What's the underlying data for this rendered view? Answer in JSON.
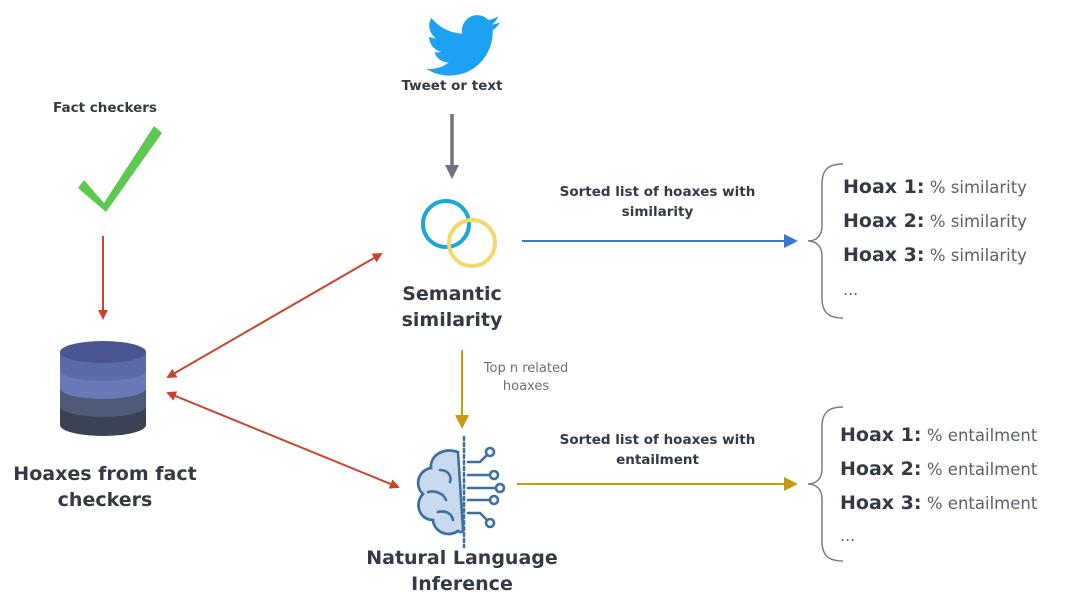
{
  "nodes": {
    "tweet": {
      "label": "Tweet or text",
      "icon": "twitter-bird-icon"
    },
    "fact_checkers": {
      "label": "Fact checkers",
      "icon": "check-mark-icon"
    },
    "database": {
      "label_line1": "Hoaxes from fact",
      "label_line2": "checkers",
      "icon": "database-icon"
    },
    "semantic": {
      "label_line1": "Semantic",
      "label_line2": "similarity",
      "icon": "overlapping-circles-icon"
    },
    "nli": {
      "label_line1": "Natural Language",
      "label_line2": "Inference",
      "icon": "brain-circuit-icon"
    }
  },
  "edges": {
    "similarity_output": {
      "line1": "Sorted list of hoaxes with",
      "line2": "similarity"
    },
    "entailment_output": {
      "line1": "Sorted list of hoaxes with",
      "line2": "entailment"
    },
    "top_n": {
      "line1": "Top n related",
      "line2": "hoaxes"
    }
  },
  "similarity_list": {
    "items": [
      {
        "key": "Hoax 1:",
        "value": "% similarity"
      },
      {
        "key": "Hoax 2:",
        "value": "% similarity"
      },
      {
        "key": "Hoax 3:",
        "value": "% similarity"
      }
    ],
    "more": "..."
  },
  "entailment_list": {
    "items": [
      {
        "key": "Hoax 1:",
        "value": "% entailment"
      },
      {
        "key": "Hoax 2:",
        "value": "% entailment"
      },
      {
        "key": "Hoax 3:",
        "value": "% entailment"
      }
    ],
    "more": "..."
  },
  "colors": {
    "twitter_blue": "#1da1f2",
    "check_green": "#5ec952",
    "arrow_red": "#c8442c",
    "arrow_gray": "#6e7480",
    "arrow_blue": "#3a78d8",
    "arrow_gold": "#c89a12",
    "circle_blue": "#1aa6d8",
    "circle_yellow": "#f5d76e",
    "brain_blue": "#3e6fa3",
    "db_top": "#4a5590",
    "db_mid": "#6a78b8",
    "db_low": "#4f5a78",
    "db_bottom": "#3b4255"
  }
}
